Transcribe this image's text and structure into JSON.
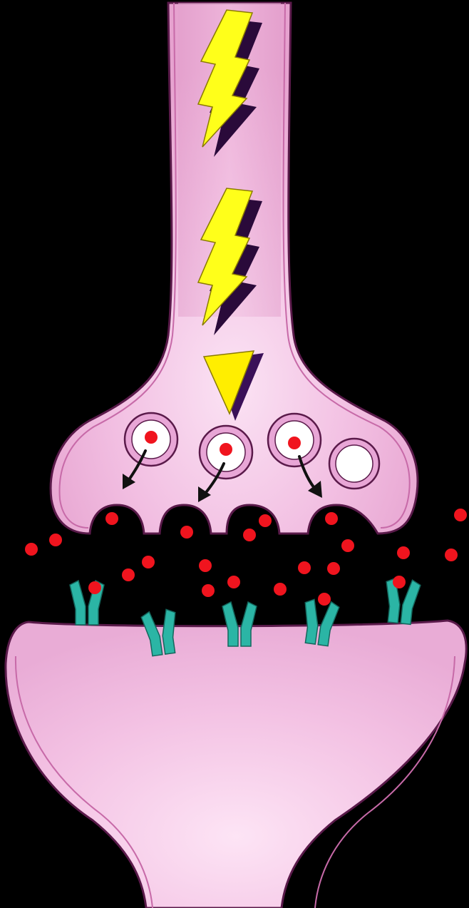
{
  "diagram": {
    "kind": "chemical synapse",
    "labels": [],
    "colors": {
      "background": "#000000",
      "presynaptic_fill": "#f0b6dc",
      "presynaptic_fill_center": "#fad6ef",
      "postsynaptic_fill": "#f2bde0",
      "membrane_stroke": "#5a1a4a",
      "vesicle_ring": "#e8a6d6",
      "vesicle_core": "#ffffff",
      "neurotransmitter": "#f0141e",
      "receptor": "#2bb5a5",
      "lightning": "#ffff1a",
      "lightning_shadow": "#2a0a3a",
      "arrowhead": "#ffee00",
      "arrowhead_shadow": "#3a1058",
      "release_arrow": "#111111"
    },
    "icons": [
      "lightning-bolt-icon",
      "lightning-bolt-icon",
      "action-potential-arrowhead-icon",
      "release-arrow-icon"
    ],
    "counts": {
      "lightning_bolts": 2,
      "vesicles_filled": 3,
      "vesicles_empty": 1,
      "release_sites": 4,
      "receptors": 5
    }
  }
}
